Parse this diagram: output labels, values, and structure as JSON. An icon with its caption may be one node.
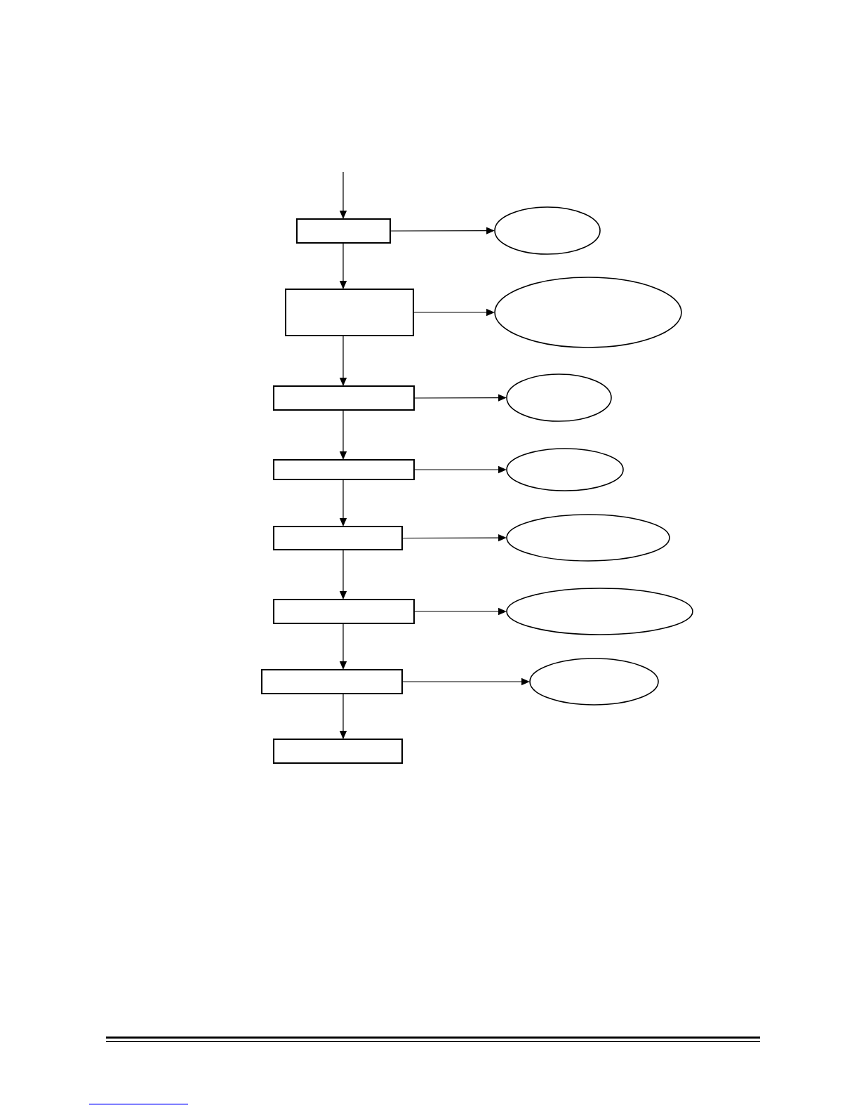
{
  "diagram": {
    "nodes": [
      {
        "text": [],
        "shape": "box"
      },
      {
        "text": [],
        "shape": "ellipse"
      },
      {
        "text": [],
        "shape": "box"
      },
      {
        "text": [],
        "shape": "ellipse"
      },
      {
        "text": [],
        "shape": "box"
      },
      {
        "text": [],
        "shape": "ellipse"
      },
      {
        "text": [],
        "shape": "box"
      },
      {
        "text": [],
        "shape": "ellipse"
      },
      {
        "text": [],
        "shape": "box"
      },
      {
        "text": [],
        "shape": "ellipse"
      },
      {
        "text": [],
        "shape": "box"
      },
      {
        "text": [],
        "shape": "ellipse"
      },
      {
        "text": [],
        "shape": "box"
      },
      {
        "text": [],
        "shape": "ellipse"
      },
      {
        "text": [],
        "shape": "box"
      }
    ],
    "edges": [
      {
        "from": null,
        "to": 0,
        "arrow": "to"
      },
      {
        "from": 0,
        "to": 1,
        "arrow": "to"
      },
      {
        "from": 0,
        "to": 2,
        "arrow": "to"
      },
      {
        "from": 2,
        "to": 3,
        "arrow": "to"
      },
      {
        "from": 2,
        "to": 4,
        "arrow": "to"
      },
      {
        "from": 4,
        "to": 5,
        "arrow": "to"
      },
      {
        "from": 4,
        "to": 6,
        "arrow": "to"
      },
      {
        "from": 6,
        "to": 7,
        "arrow": "to"
      },
      {
        "from": 6,
        "to": 8,
        "arrow": "to"
      },
      {
        "from": 8,
        "to": 9,
        "arrow": "to"
      },
      {
        "from": 8,
        "to": 10,
        "arrow": "to"
      },
      {
        "from": 10,
        "to": 11,
        "arrow": "to"
      },
      {
        "from": 10,
        "to": 12,
        "arrow": "to"
      },
      {
        "from": 12,
        "to": 13,
        "arrow": "to"
      },
      {
        "from": 12,
        "to": 14,
        "arrow": "to"
      }
    ]
  }
}
